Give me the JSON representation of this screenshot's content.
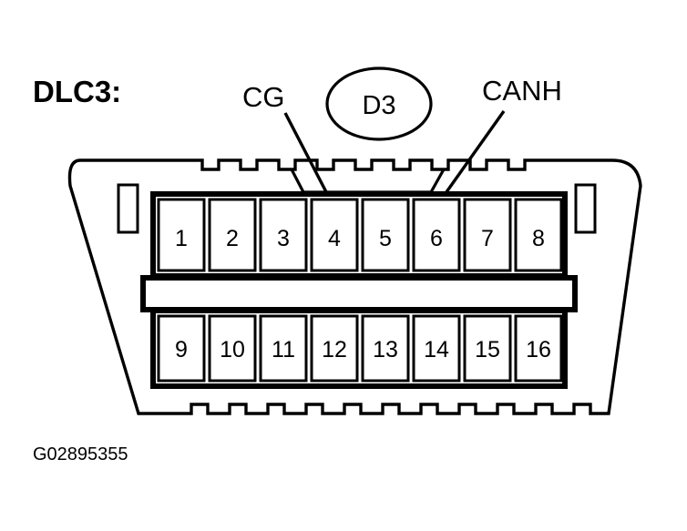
{
  "diagram": {
    "title": "DLC3:",
    "reference_bubble": "D3",
    "caption": "G02895355",
    "callouts": [
      {
        "label": "CG",
        "target_pin": "4",
        "name": "callout-cg"
      },
      {
        "label": "CANH",
        "target_pin": "6",
        "name": "callout-canh"
      }
    ],
    "connector": {
      "type": "DLC3 16-pin connector",
      "rows": [
        {
          "name": "top-row",
          "pins": [
            "1",
            "2",
            "3",
            "4",
            "5",
            "6",
            "7",
            "8"
          ]
        },
        {
          "name": "bottom-row",
          "pins": [
            "9",
            "10",
            "11",
            "12",
            "13",
            "14",
            "15",
            "16"
          ]
        }
      ]
    },
    "colors": {
      "line": "#000000",
      "fill": "#ffffff",
      "background": "#ffffff"
    }
  }
}
